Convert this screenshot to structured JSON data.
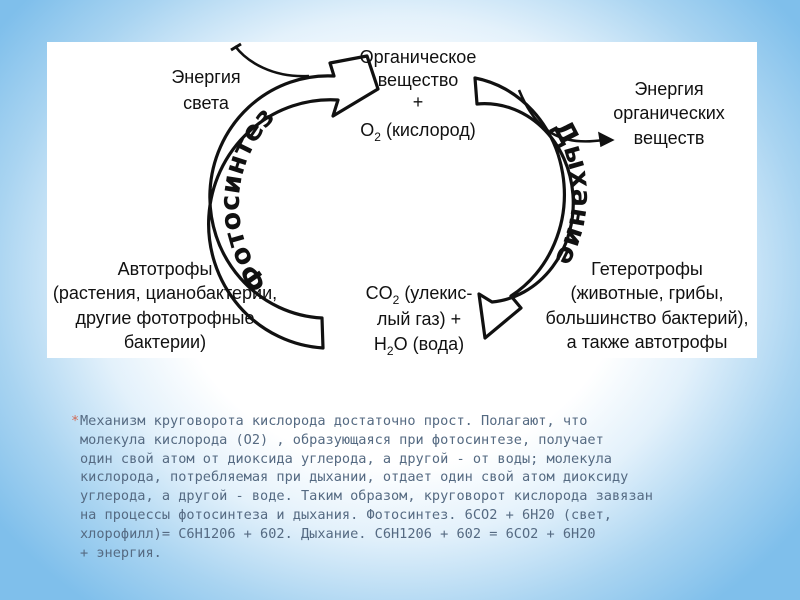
{
  "diagram": {
    "organic": {
      "line1": "Органическое",
      "line2": "вещество",
      "plus": "+",
      "o2_prefix": "O",
      "o2_sub": "2",
      "o2_suffix": " (кислород)"
    },
    "light_energy": {
      "line1": "Энергия",
      "line2": "света"
    },
    "organic_energy": {
      "line1": "Энергия",
      "line2": "органических",
      "line3": "веществ"
    },
    "autotrophs": {
      "line1": "Автотрофы",
      "line2": "(растения, цианобактерии,",
      "line3": "другие фототрофные",
      "line4": "бактерии)"
    },
    "heterotrophs": {
      "line1": "Гетеротрофы",
      "line2": "(животные, грибы,",
      "line3": "большинство бактерий),",
      "line4": "а также автотрофы"
    },
    "co2": {
      "line1_prefix": "CO",
      "line1_sub": "2",
      "line1_suffix": " (улекис-",
      "line2": "лый газ) +",
      "line3_prefix": "H",
      "line3_sub": "2",
      "line3_suffix": "O (вода)"
    },
    "photosynthesis_label": "Фотосинтез",
    "respiration_label": "Дыхание",
    "arrow_color": "#ffffff",
    "outline_color": "#111111"
  },
  "description": {
    "bullet": "*",
    "lines": [
      "Механизм круговорота кислорода достаточно прост. Полагают, что",
      "молекула кислорода (O2) , образующаяся при фотосинтезе, получает",
      "один свой атом от диоксида углерода, а другой - от воды; молекула",
      "кислорода, потребляемая при дыхании, отдает один свой атом диоксиду",
      "углерода, а другой - воде. Таким образом, круговорот кислорода завязан",
      "на процессы фотосинтеза и дыхания. Фотосинтез. 6CO2 + 6H20 (свет,",
      "хлорофилл)= C6H1206 + 602. Дыхание. C6H1206 + 602 = 6CO2 + 6H20",
      "+ энергия."
    ],
    "text_color": "#556a82",
    "bullet_color": "#d06a55"
  }
}
